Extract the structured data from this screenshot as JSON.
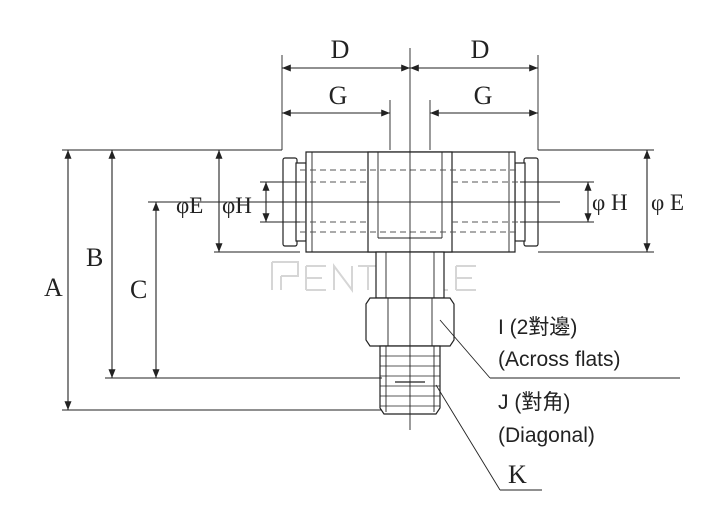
{
  "diagram": {
    "dimension_labels": {
      "D_left": "D",
      "D_right": "D",
      "G_left": "G",
      "G_right": "G",
      "A": "A",
      "B": "B",
      "C": "C",
      "E_left": "φE",
      "H_left": "φH",
      "H_right": "φ H",
      "E_right": "φ E",
      "K": "K"
    },
    "callouts": {
      "I_line1": "I (2對邊)",
      "I_line2": "(Across flats)",
      "J_line1": "J (對角)",
      "J_line2": "(Diagonal)"
    },
    "watermark": "PENTLE",
    "colors": {
      "line": "#222222",
      "body_fill": "#ffffff",
      "shadow": "#d8d8d8",
      "watermark": "#bdbdbd"
    }
  }
}
